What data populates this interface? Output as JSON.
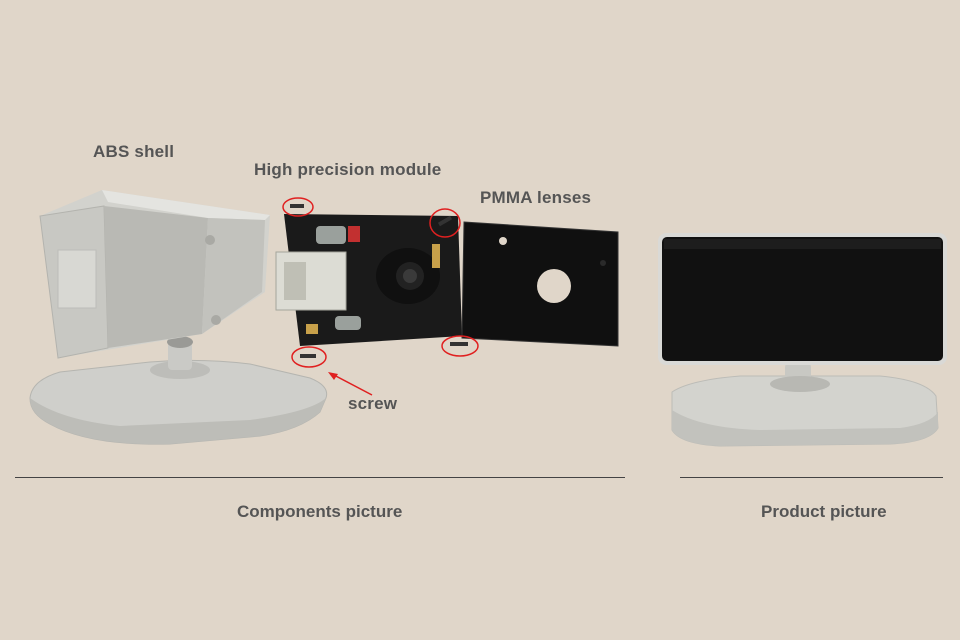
{
  "labels": {
    "shell": "ABS shell",
    "module": "High precision module",
    "lenses": "PMMA lenses",
    "screw": "screw"
  },
  "captions": {
    "components": "Components picture",
    "product": "Product picture"
  },
  "colors": {
    "background": "#e0d6c9",
    "text": "#555555",
    "highlight": "#e02020",
    "plastic": "#d4d4d0",
    "panel": "#141414"
  }
}
